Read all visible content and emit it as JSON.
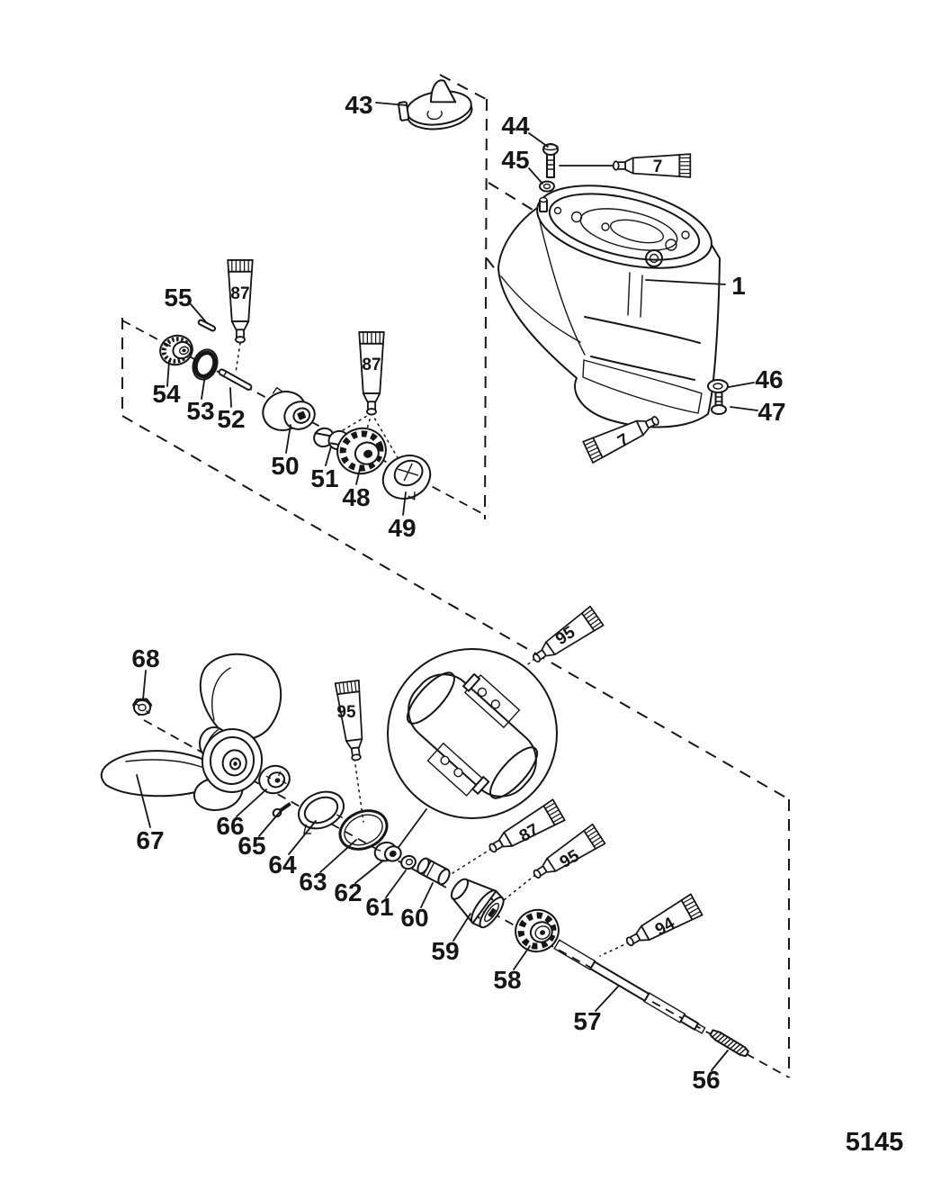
{
  "figure": {
    "page_number": "5145",
    "kind": "exploded-parts-diagram",
    "subject": "gear-housing-and-propeller-shaft"
  },
  "colors": {
    "ink": "#161616",
    "paper": "#ffffff"
  },
  "callouts": {
    "c1": {
      "label": "1"
    },
    "c43": {
      "label": "43"
    },
    "c44": {
      "label": "44"
    },
    "c45": {
      "label": "45"
    },
    "c46": {
      "label": "46"
    },
    "c47": {
      "label": "47"
    },
    "c48": {
      "label": "48"
    },
    "c49": {
      "label": "49"
    },
    "c50": {
      "label": "50"
    },
    "c51": {
      "label": "51"
    },
    "c52": {
      "label": "52"
    },
    "c53": {
      "label": "53"
    },
    "c54": {
      "label": "54"
    },
    "c55": {
      "label": "55"
    },
    "c56": {
      "label": "56"
    },
    "c57": {
      "label": "57"
    },
    "c58": {
      "label": "58"
    },
    "c59": {
      "label": "59"
    },
    "c60": {
      "label": "60"
    },
    "c61": {
      "label": "61"
    },
    "c62": {
      "label": "62"
    },
    "c63": {
      "label": "63"
    },
    "c64": {
      "label": "64"
    },
    "c65": {
      "label": "65"
    },
    "c66": {
      "label": "66"
    },
    "c67": {
      "label": "67"
    },
    "c68": {
      "label": "68"
    }
  },
  "tubes": {
    "t7_top": {
      "label": "7"
    },
    "t7_housing": {
      "label": "7"
    },
    "t87_upper": {
      "label": "87"
    },
    "t87_mid": {
      "label": "87"
    },
    "t87_lower": {
      "label": "87"
    },
    "t95_prop": {
      "label": "95"
    },
    "t95_inset": {
      "label": "95"
    },
    "t95_lower": {
      "label": "95"
    },
    "t94": {
      "label": "94"
    }
  }
}
